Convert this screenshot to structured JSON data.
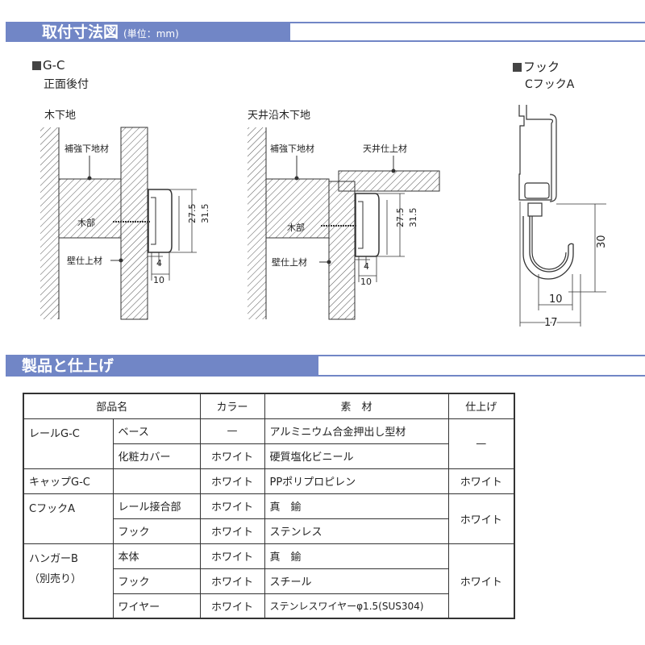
{
  "section1": {
    "title": "取付寸法図",
    "unit": "(単位：mm)"
  },
  "gc": {
    "heading": "G-C",
    "subheading": "正面後付"
  },
  "diagram_wood": {
    "title": "木下地",
    "reinforce": "補強下地材",
    "wood": "木部",
    "wall_finish": "壁仕上材",
    "dims": [
      "27.5",
      "31.5",
      "4",
      "10"
    ]
  },
  "diagram_ceiling": {
    "title": "天井沿木下地",
    "reinforce": "補強下地材",
    "ceiling_finish": "天井仕上材",
    "wood": "木部",
    "wall_finish": "壁仕上材",
    "dims": [
      "27.5",
      "31.5",
      "4",
      "10"
    ]
  },
  "hook": {
    "heading": "フック",
    "subheading": "CフックA",
    "dims": [
      "30",
      "10",
      "17"
    ]
  },
  "section2": {
    "title": "製品と仕上げ"
  },
  "table": {
    "headers": [
      "部品名",
      "カラー",
      "素　材",
      "仕上げ"
    ],
    "rows": [
      {
        "part": "レールG-C",
        "sub": "ベース",
        "color": "—",
        "material": "アルミニウム合金押出し型材",
        "finish": "—"
      },
      {
        "sub": "化粧カバー",
        "color": "ホワイト",
        "material": "硬質塩化ビニール"
      },
      {
        "part": "キャップG-C",
        "sub": "",
        "color": "ホワイト",
        "material": "PPポリプロピレン",
        "finish": "ホワイト"
      },
      {
        "part": "CフックA",
        "sub": "レール接合部",
        "color": "ホワイト",
        "material": "真　鍮",
        "finish": "ホワイト"
      },
      {
        "sub": "フック",
        "color": "ホワイト",
        "material": "ステンレス"
      },
      {
        "part": "ハンガーB",
        "part_note": "（別売り）",
        "sub": "本体",
        "color": "ホワイト",
        "material": "真　鍮",
        "finish": "ホワイト"
      },
      {
        "sub": "フック",
        "color": "ホワイト",
        "material": "スチール"
      },
      {
        "sub": "ワイヤー",
        "color": "ホワイト",
        "material": "ステンレスワイヤーφ1.5(SUS304)"
      }
    ]
  }
}
